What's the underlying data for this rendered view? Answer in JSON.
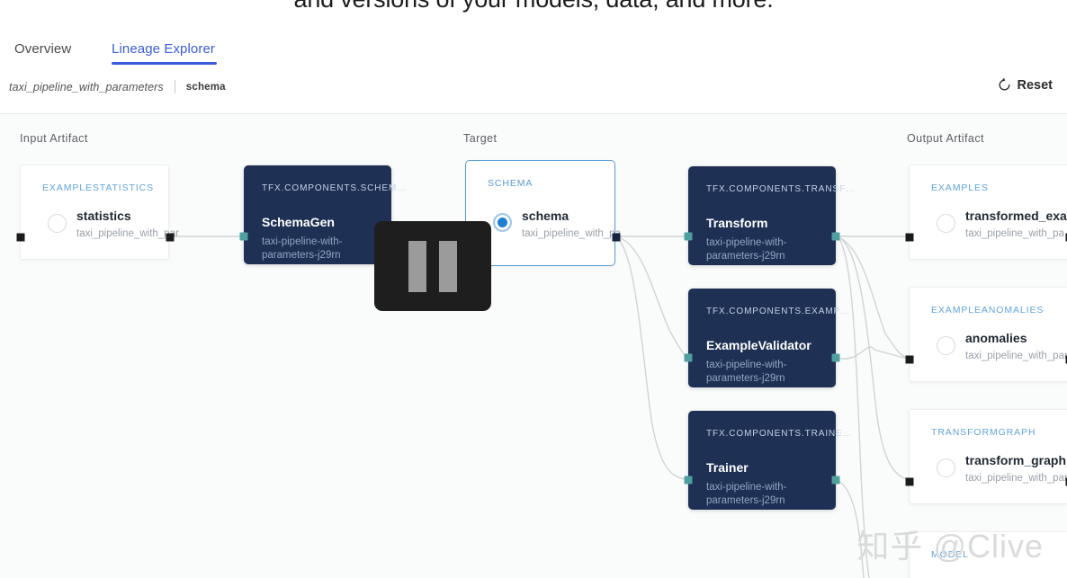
{
  "page": {
    "heading": "and versions of your models, data, and more."
  },
  "tabs": [
    {
      "id": "overview",
      "label": "Overview",
      "active": false
    },
    {
      "id": "lineage-explorer",
      "label": "Lineage Explorer",
      "active": true
    }
  ],
  "breadcrumb": {
    "pipeline": "taxi_pipeline_with_parameters",
    "current": "schema"
  },
  "toolbar": {
    "reset_label": "Reset",
    "reset_icon": "reset-circular-arrow-icon"
  },
  "columns": {
    "input": "Input Artifact",
    "target": "Target",
    "output": "Output Artifact"
  },
  "graph": {
    "input_artifacts": [
      {
        "kind": "EXAMPLESTATISTICS",
        "title": "statistics",
        "subtitle": "taxi_pipeline_with_par"
      }
    ],
    "target": {
      "kind": "SCHEMA",
      "title": "schema",
      "subtitle": "taxi_pipeline_with_pa"
    },
    "upstream_components": [
      {
        "kind": "TFX.COMPONENTS.SCHEM…",
        "title": "SchemaGen",
        "subtitle": "taxi-pipeline-with-\nparameters-j29rn"
      }
    ],
    "downstream_components": [
      {
        "kind": "TFX.COMPONENTS.TRANSF…",
        "title": "Transform",
        "subtitle": "taxi-pipeline-with-\nparameters-j29rn"
      },
      {
        "kind": "TFX.COMPONENTS.EXAMP…",
        "title": "ExampleValidator",
        "subtitle": "taxi-pipeline-with-\nparameters-j29rn"
      },
      {
        "kind": "TFX.COMPONENTS.TRAINE…",
        "title": "Trainer",
        "subtitle": "taxi-pipeline-with-\nparameters-j29rn"
      }
    ],
    "output_artifacts": [
      {
        "kind": "EXAMPLES",
        "title": "transformed_exam",
        "subtitle": "taxi_pipeline_with_pa"
      },
      {
        "kind": "EXAMPLEANOMALIES",
        "title": "anomalies",
        "subtitle": "taxi_pipeline_with_par"
      },
      {
        "kind": "TRANSFORMGRAPH",
        "title": "transform_graph",
        "subtitle": "taxi_pipeline_with_par"
      },
      {
        "kind": "MODEL",
        "title": "",
        "subtitle": ""
      }
    ]
  },
  "overlay": {
    "pause_icon": "pause-icon"
  },
  "watermark": {
    "text": "知乎 @Clive"
  },
  "colors": {
    "accent": "#3b5bdb",
    "node_dark": "#1e3053",
    "target_border": "#5b9bd5",
    "kind_text": "#62a5d8",
    "canvas_bg": "#fafbfb",
    "port_teal": "#4f9f9f"
  }
}
